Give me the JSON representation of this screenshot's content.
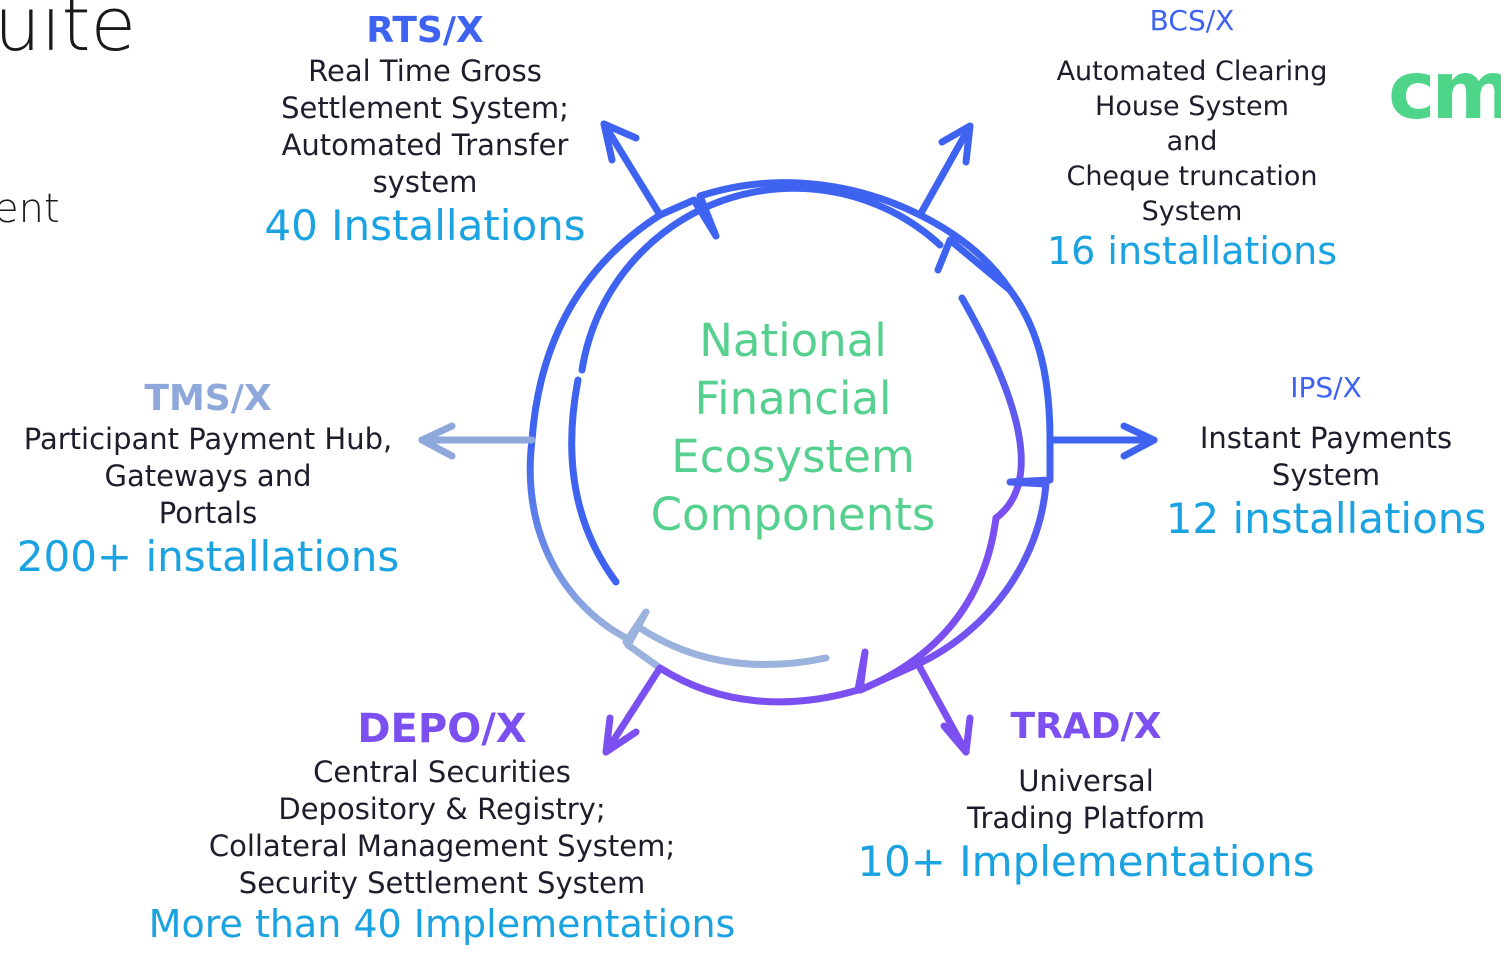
{
  "header": {
    "title_fragment": "uite",
    "subtitle_fragment": "ent",
    "logo_fragment": "cm"
  },
  "center": {
    "lines": [
      "National",
      "Financial",
      "Ecosystem",
      "Components"
    ]
  },
  "colors": {
    "rts": "#3d63f0",
    "bcs": "#3d63f0",
    "ips": "#3d63f0",
    "trad": "#7b4ff0",
    "depo": "#7b4ff0",
    "tms": "#8ea8dc",
    "count": "#1aa3e0",
    "center": "#55d08e"
  },
  "components": {
    "rts": {
      "name": "RTS/X",
      "desc": [
        "Real Time Gross",
        "Settlement System;",
        "Automated Transfer",
        "system"
      ],
      "count": "40 Installations"
    },
    "bcs": {
      "name": "BCS/X",
      "desc": [
        "Automated Clearing",
        "House System",
        "and",
        "Cheque truncation",
        "System"
      ],
      "count": "16 installations"
    },
    "ips": {
      "name": "IPS/X",
      "desc": [
        "Instant Payments",
        "System"
      ],
      "count": "12 installations"
    },
    "trad": {
      "name": "TRAD/X",
      "desc": [
        "Universal",
        "Trading Platform"
      ],
      "count": "10+ Implementations"
    },
    "depo": {
      "name": "DEPO/X",
      "desc": [
        "Central Securities",
        "Depository & Registry;",
        "Collateral Management System;",
        "Security Settlement System"
      ],
      "count": "More than 40 Implementations"
    },
    "tms": {
      "name": "TMS/X",
      "desc": [
        "Participant Payment Hub,",
        "Gateways and",
        "Portals"
      ],
      "count": "200+ installations"
    }
  }
}
